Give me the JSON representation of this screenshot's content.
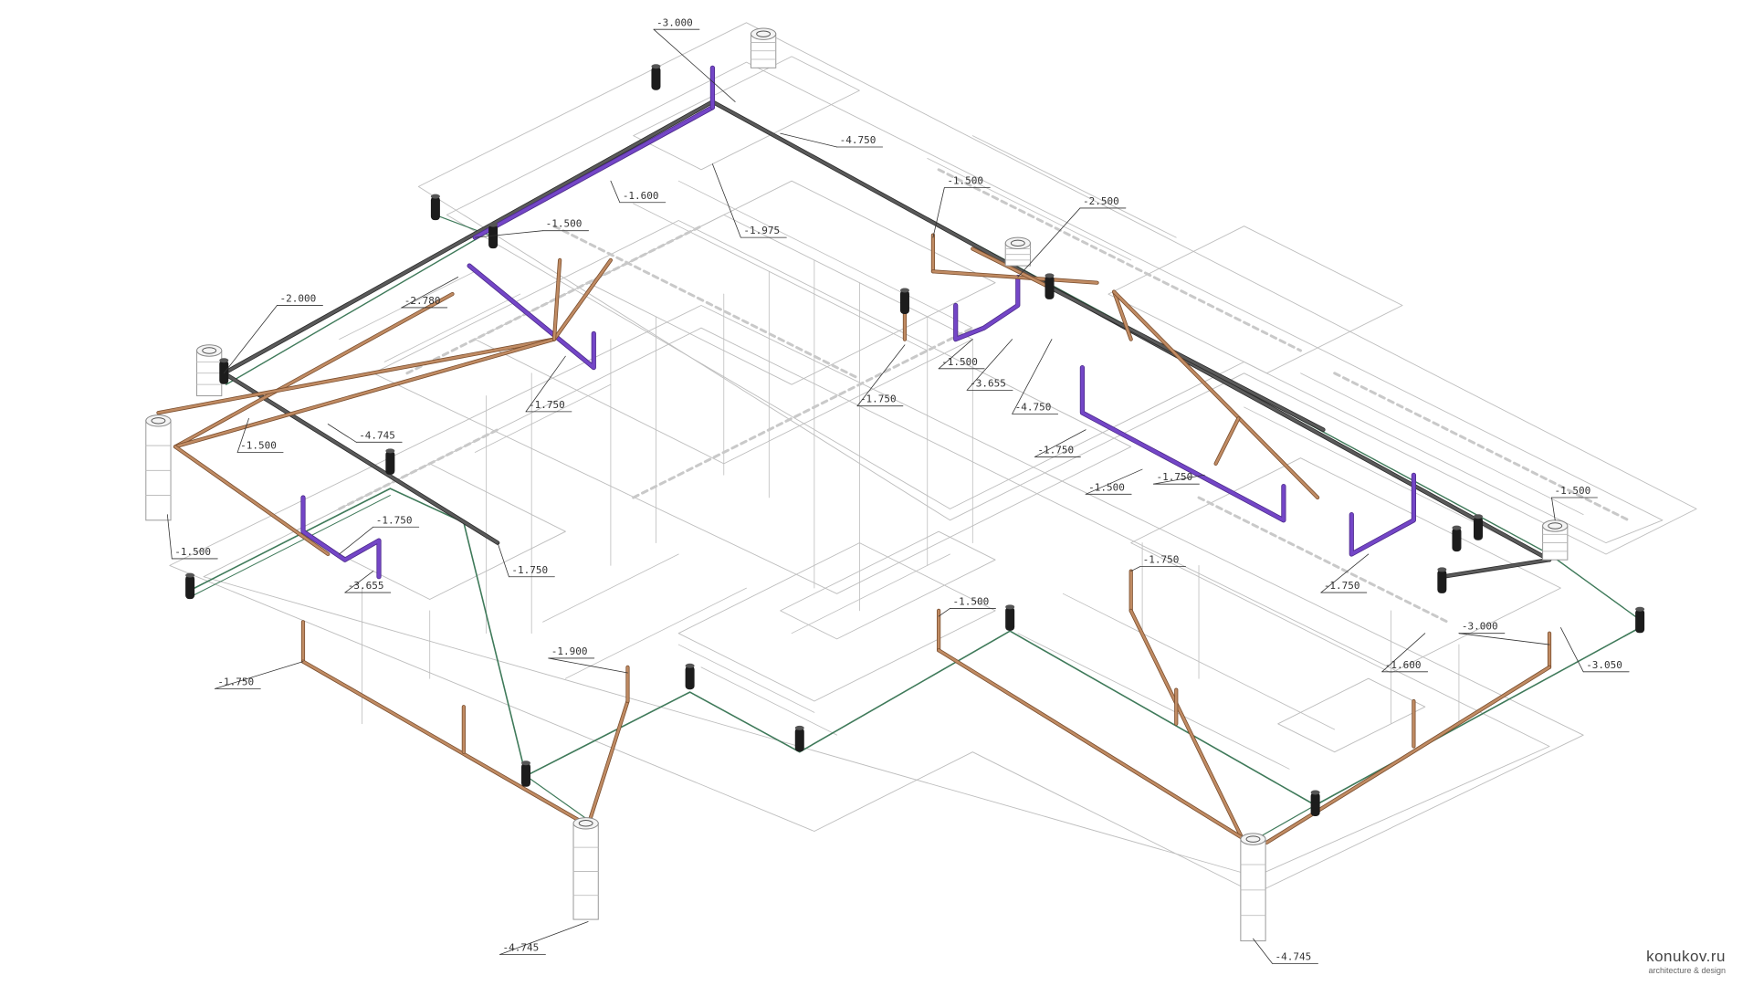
{
  "colors": {
    "structure": "#bdbdbd",
    "perimeter": "#3f7a5a",
    "drain_pipe": "#c08b63",
    "drain_pipe_dark": "#7a4e2e",
    "header_pipe": "#5a5a5a",
    "purple_pipe": "#7446c7",
    "fixture": "#1c1c1c",
    "leader": "#333333"
  },
  "elevation_labels": [
    "-3.000",
    "-4.750",
    "-1.600",
    "-1.975",
    "-1.500",
    "-2.500",
    "-1.500",
    "-2.000",
    "-2.780",
    "-1.750",
    "-1.750",
    "-1.500",
    "-3.655",
    "-4.750",
    "-1.500",
    "-3.050",
    "-4.745",
    "-1.500",
    "-1.500",
    "-1.750",
    "-1.900",
    "-1.750",
    "-1.750",
    "-1.500",
    "-1.750",
    "-1.750",
    "-1.750",
    "-1.750",
    "-1.500",
    "-1.600",
    "-3.000",
    "-3.655",
    "-4.745",
    "-4.745"
  ],
  "brand": {
    "name": "konukov.ru",
    "tagline": "architecture & design"
  }
}
